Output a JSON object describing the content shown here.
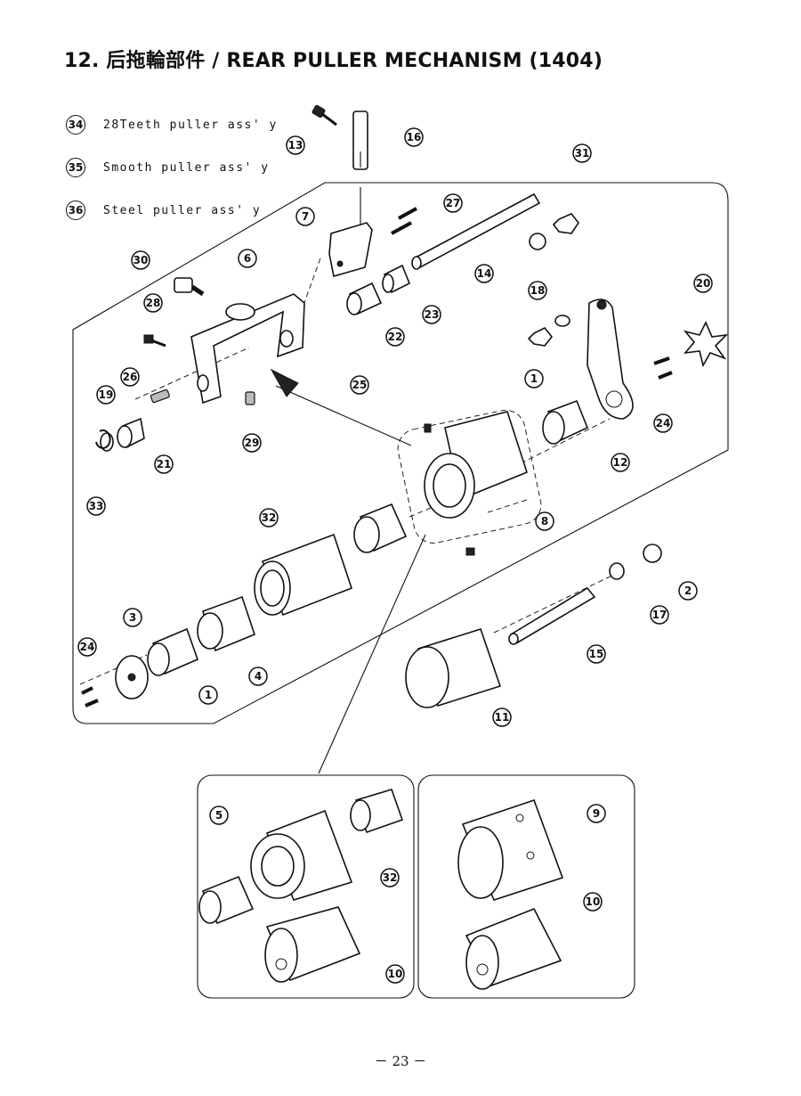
{
  "title": "12. 后拖輪部件 / REAR PULLER MECHANISM (1404)",
  "legend": [
    {
      "num": "34",
      "text": "28Teeth puller ass' y"
    },
    {
      "num": "35",
      "text": "Smooth puller ass' y"
    },
    {
      "num": "36",
      "text": "Steel puller ass' y"
    }
  ],
  "callouts": [
    "13",
    "16",
    "31",
    "7",
    "27",
    "30",
    "6",
    "14",
    "18",
    "20",
    "28",
    "22",
    "23",
    "26",
    "25",
    "1",
    "19",
    "29",
    "24",
    "12",
    "33",
    "21",
    "8",
    "32",
    "2",
    "3",
    "17",
    "24",
    "15",
    "4",
    "1",
    "11",
    "5",
    "9",
    "32",
    "10",
    "10"
  ],
  "page_number": "－ 23 －"
}
